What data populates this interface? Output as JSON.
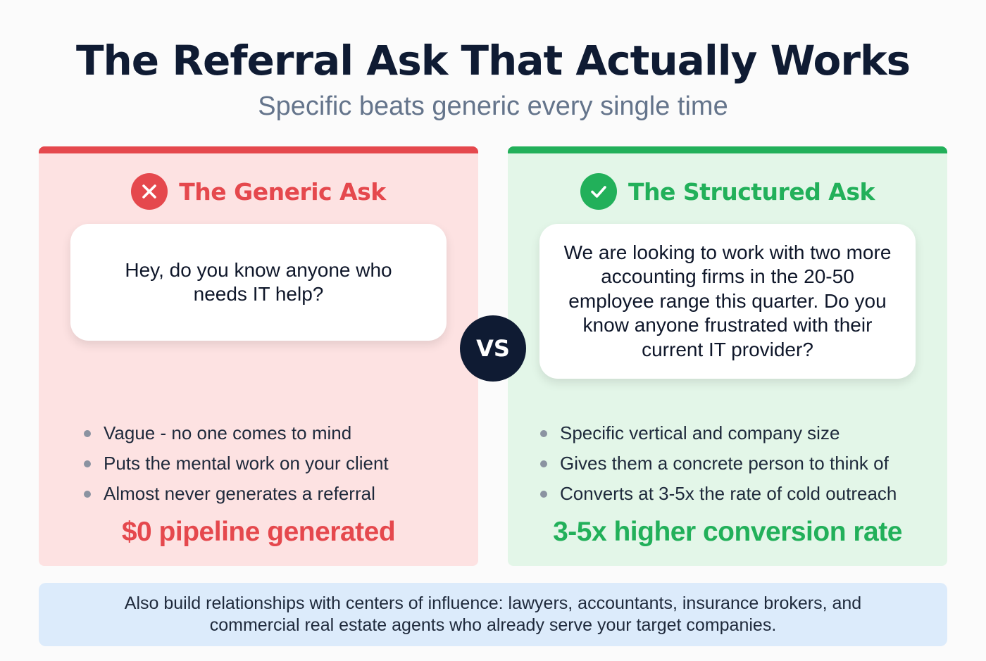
{
  "header": {
    "title": "The Referral Ask That Actually Works",
    "subtitle": "Specific beats generic every single time"
  },
  "colors": {
    "bad": "#e5484d",
    "good": "#22b05a",
    "navy": "#0f1b33",
    "bad_bg": "#fde2e2",
    "good_bg": "#e3f6e8",
    "footer_bg": "#dcebfb"
  },
  "left_panel": {
    "icon": "x-circle-icon",
    "heading": "The Generic Ask",
    "quote": "Hey, do you know anyone who needs IT help?",
    "bullets": [
      "Vague - no one comes to mind",
      "Puts the mental work on your client",
      "Almost never generates a referral"
    ],
    "result": "$0 pipeline generated"
  },
  "vs_label": "VS",
  "right_panel": {
    "icon": "check-circle-icon",
    "heading": "The Structured Ask",
    "quote": "We are looking to work with two more accounting firms in the 20-50 employee range this quarter. Do you know anyone frustrated with their current IT provider?",
    "bullets": [
      "Specific vertical and company size",
      "Gives them a concrete person to think of",
      "Converts at 3-5x the rate of cold outreach"
    ],
    "result": "3-5x higher conversion rate"
  },
  "footer": {
    "note": "Also build relationships with centers of influence: lawyers, accountants, insurance brokers, and commercial real estate agents who already serve your target companies."
  }
}
